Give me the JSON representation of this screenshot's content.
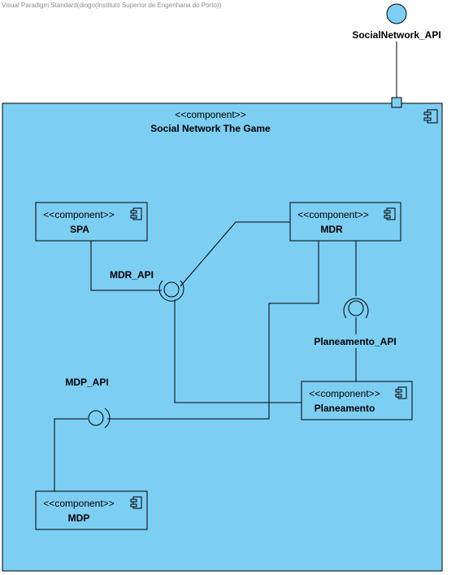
{
  "watermark": "Visual Paradigm Standard(diogo(Instituto Superior de Engenharia do Porto))",
  "colors": {
    "component_fill": "#7dcef3",
    "line": "#000000"
  },
  "icons": {
    "component": "component-icon"
  },
  "external_interface": {
    "label": "SocialNetwork_API"
  },
  "container": {
    "stereotype": "<<component>>",
    "name": "Social Network The Game"
  },
  "components": {
    "spa": {
      "stereotype": "<<component>>",
      "name": "SPA"
    },
    "mdr": {
      "stereotype": "<<component>>",
      "name": "MDR"
    },
    "planeamento": {
      "stereotype": "<<component>>",
      "name": "Planeamento"
    },
    "mdp": {
      "stereotype": "<<component>>",
      "name": "MDP"
    }
  },
  "interfaces": {
    "mdr_api": "MDR_API",
    "planeamento_api": "Planeamento_API",
    "mdp_api": "MDP_API"
  }
}
